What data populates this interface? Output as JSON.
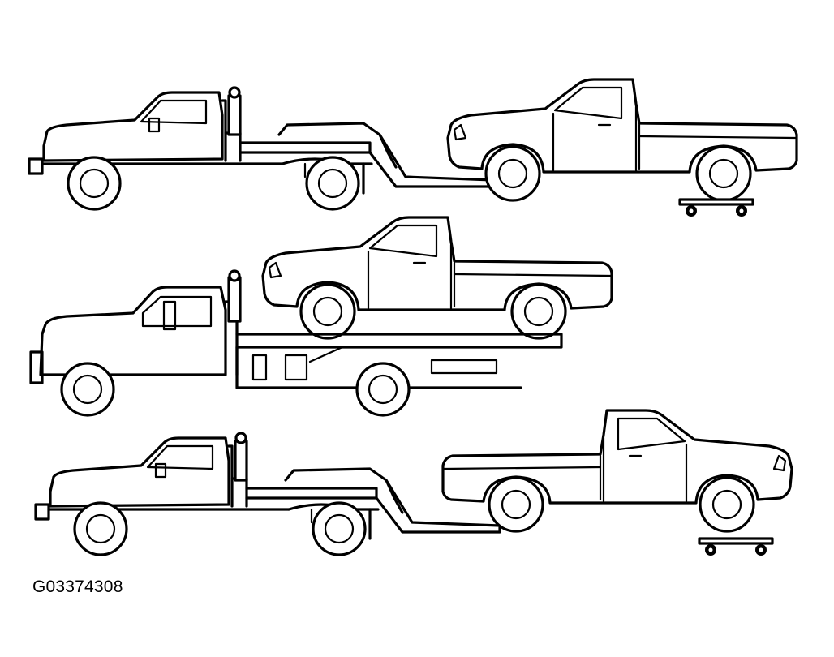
{
  "figure": {
    "id_label": "G03374308",
    "scenes": [
      "wheel-lift-tow-with-dolly",
      "flatbed-carrier",
      "wheel-lift-tow-front-with-dolly"
    ]
  },
  "colors": {
    "line": "#000000",
    "background": "#ffffff"
  }
}
